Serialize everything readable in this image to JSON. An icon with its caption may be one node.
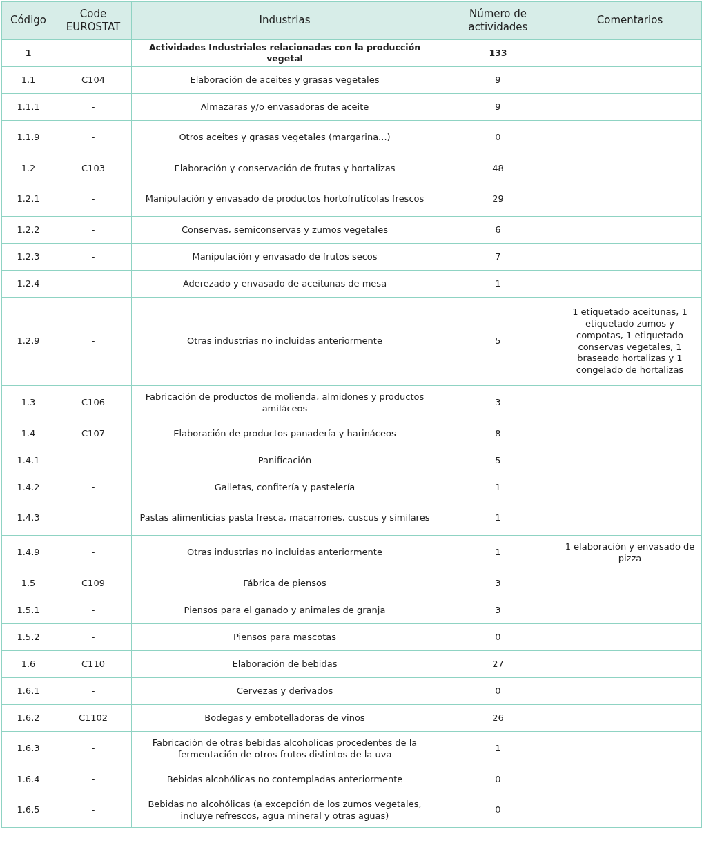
{
  "diagram": {
    "labels": [
      "Código",
      "Code EUROSTAT",
      "Industrias",
      "Número de actividades",
      "Comentarios",
      "1",
      "Actividades Industriales relacionadas con la producción vegetal",
      "133",
      "1.1",
      "C104",
      "Elaboración de aceites y grasas vegetales",
      "9",
      "1.1.1",
      "-",
      "Almazaras y/o envasadoras de aceite",
      "9",
      "1.1.9",
      "-",
      "Otros aceites y grasas vegetales (margarina...)",
      "0",
      "1.2",
      "C103",
      "Elaboración y conservación de frutas y hortalizas",
      "48",
      "1.2.1",
      "-",
      "Manipulación y envasado de productos hortofrutícolas frescos",
      "29",
      "1.2.2",
      "-",
      "Conservas, semiconservas y zumos vegetales",
      "6",
      "1.2.3",
      "-",
      "Manipulación y envasado de frutos secos",
      "7",
      "1.2.4",
      "-",
      "Aderezado y envasado de aceitunas de mesa",
      "1",
      "1.2.9",
      "-",
      "Otras industrias no incluidas anteriormente",
      "5",
      "1 etiquetado aceitunas, 1 etiquetado zumos y compotas, 1 etiquetado conservas vegetales, 1 braseado hortalizas y 1 congelado de hortalizas",
      "1.3",
      "C106",
      "Fabricación de productos de molienda, almidones y productos amiláceos",
      "3",
      "1.4",
      "C107",
      "Elaboración de productos panadería y harináceos",
      "8",
      "1.4.1",
      "-",
      "Panificación",
      "5",
      "1.4.2",
      "-",
      "Galletas, confitería y pastelería",
      "1",
      "1.4.3",
      "Pastas alimenticias pasta fresca, macarrones, cuscus y similares",
      "1",
      "1.4.9",
      "-",
      "Otras industrias no incluidas anteriormente",
      "1",
      "1 elaboración y envasado de pizza",
      "1.5",
      "C109",
      "Fábrica de piensos",
      "3",
      "1.5.1",
      "-",
      "Piensos para el ganado y animales de granja",
      "3",
      "1.5.2",
      "-",
      "Piensos para mascotas",
      "0",
      "1.6",
      "C110",
      "Elaboración de bebidas",
      "27",
      "1.6.1",
      "-",
      "Cervezas y derivados",
      "0",
      "1.6.2",
      "C1102",
      "Bodegas y embotelladoras de vinos",
      "26",
      "1.6.3",
      "-",
      "Fabricación de otras bebidas alcoholicas procedentes de la fermentación de otros frutos distintos de la uva",
      "1",
      "1.6.4",
      "-",
      "Bebidas alcohólicas no contempladas anteriormente",
      "0",
      "1.6.5",
      "-",
      "Bebidas no alcohólicas (a excepción de los zumos vegetales, incluye refrescos, agua mineral y otras aguas)",
      "0"
    ]
  }
}
